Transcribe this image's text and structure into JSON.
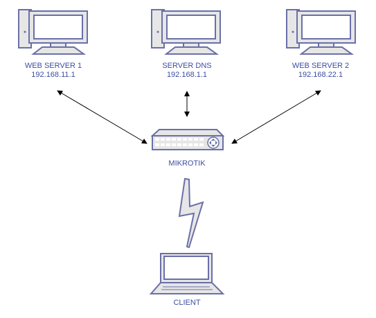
{
  "nodes": {
    "web1": {
      "name": "WEB SERVER 1",
      "ip": "192.168.11.1"
    },
    "dns": {
      "name": "SERVER DNS",
      "ip": "192.168.1.1"
    },
    "web2": {
      "name": "WEB SERVER 2",
      "ip": "192.168.22.1"
    },
    "router": {
      "name": "MIKROTIK"
    },
    "client": {
      "name": "CLIENT"
    }
  },
  "colors": {
    "device_stroke": "#6a6fa8",
    "device_fill": "#e6e6e6",
    "screen_fill": "#ffffff",
    "label": "#3b4ea0",
    "connector": "#000000"
  }
}
